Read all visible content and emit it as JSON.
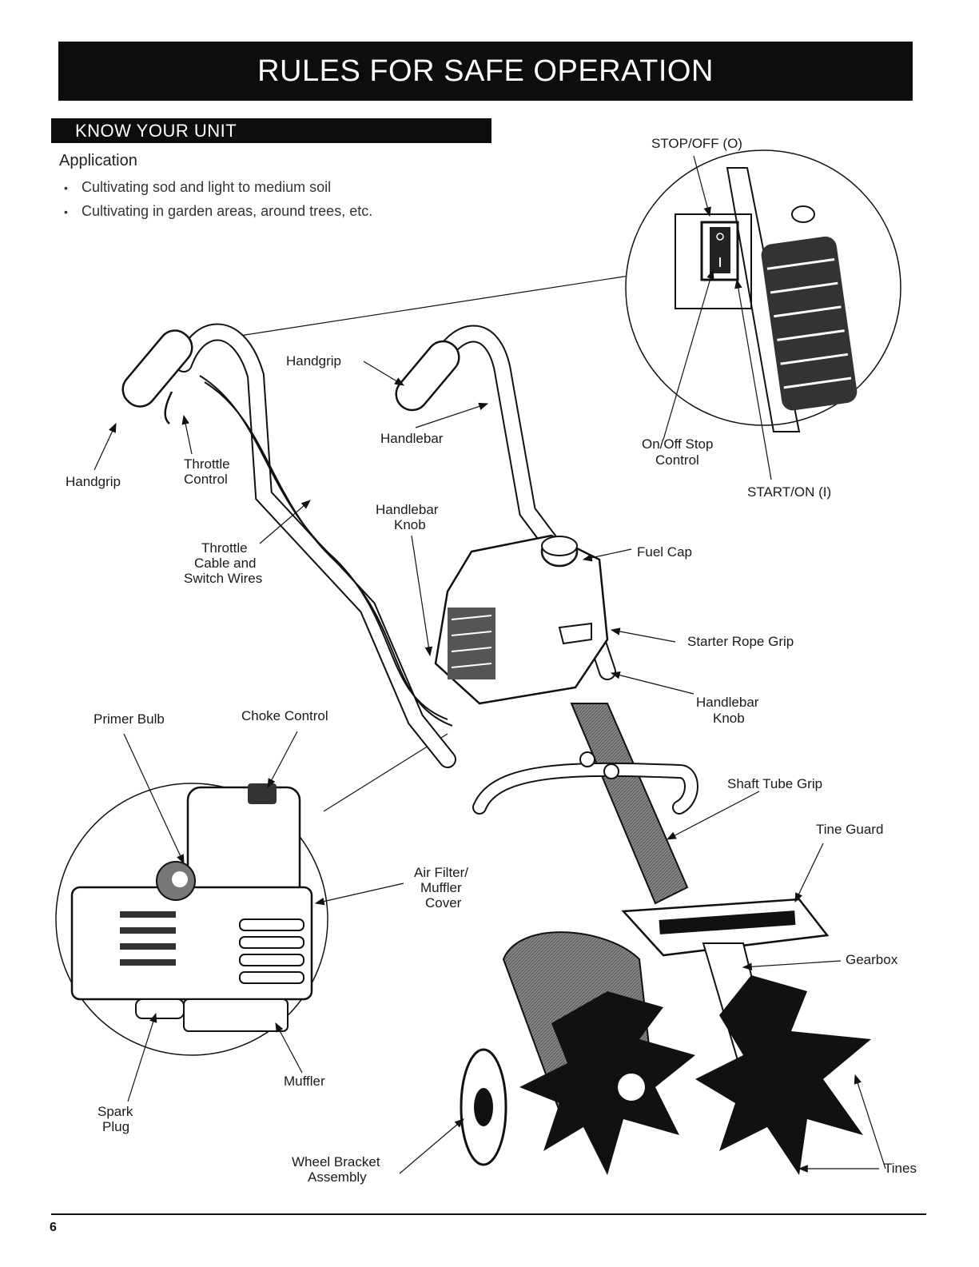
{
  "header": {
    "title": "RULES FOR SAFE OPERATION"
  },
  "section": {
    "title": "KNOW YOUR UNIT"
  },
  "application": {
    "heading": "Application",
    "items": [
      "Cultivating sod and light to medium soil",
      "Cultivating in garden areas, around trees, etc."
    ]
  },
  "labels": {
    "stop_off": "STOP/OFF (O)",
    "handgrip_top": "Handgrip",
    "handgrip_left": "Handgrip",
    "throttle_control_1": "Throttle",
    "throttle_control_2": "Control",
    "handlebar": "Handlebar",
    "onoff_1": "On/Off Stop",
    "onoff_2": "Control",
    "start_on": "START/ON (I)",
    "handlebar_knob_top_1": "Handlebar",
    "handlebar_knob_top_2": "Knob",
    "throttle_cable_1": "Throttle",
    "throttle_cable_2": "Cable and",
    "throttle_cable_3": "Switch Wires",
    "fuel_cap": "Fuel Cap",
    "starter_rope": "Starter Rope Grip",
    "handlebar_knob_mid_1": "Handlebar",
    "handlebar_knob_mid_2": "Knob",
    "primer_bulb": "Primer Bulb",
    "choke_control": "Choke Control",
    "shaft_tube_grip": "Shaft Tube Grip",
    "tine_guard": "Tine Guard",
    "air_filter_1": "Air Filter/",
    "air_filter_2": "Muffler",
    "air_filter_3": "Cover",
    "gearbox": "Gearbox",
    "muffler": "Muffler",
    "spark_plug_1": "Spark",
    "spark_plug_2": "Plug",
    "wheel_bracket_1": "Wheel Bracket",
    "wheel_bracket_2": "Assembly",
    "tines": "Tines"
  },
  "footer": {
    "page_number": "6"
  }
}
